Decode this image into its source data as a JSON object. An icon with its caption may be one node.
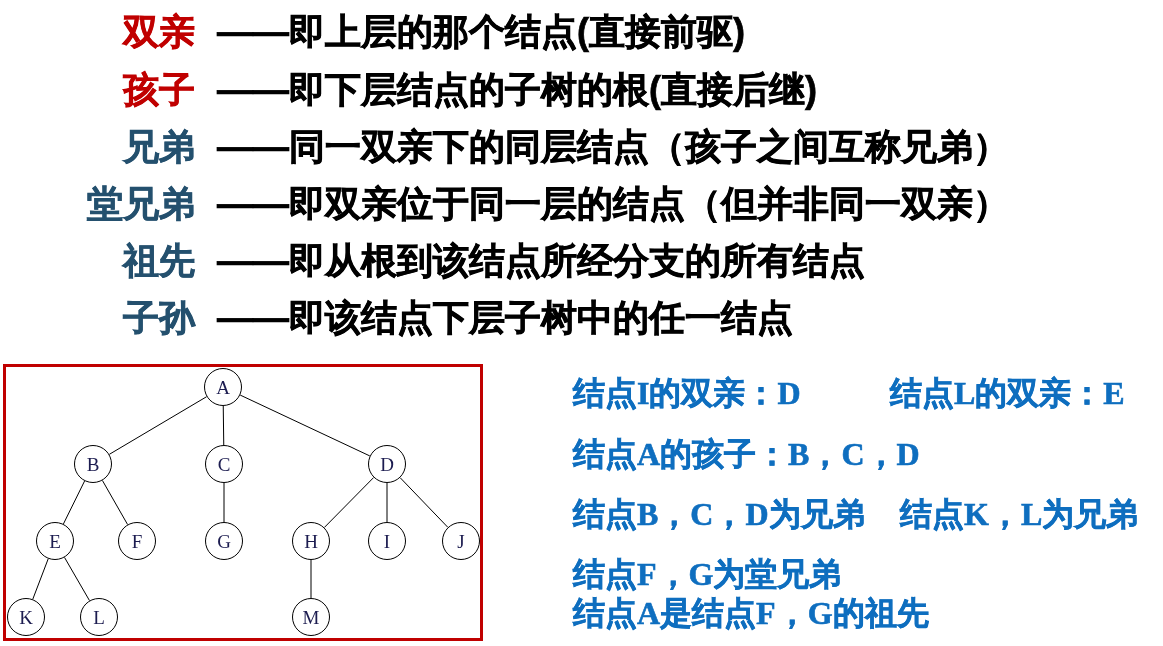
{
  "diagram": {
    "nodes": [
      {
        "text": [],
        "shape": "box"
      },
      {
        "text": [
          "A"
        ],
        "in": 0
      },
      {
        "text": [
          "B"
        ],
        "in": 0
      },
      {
        "text": [
          "C"
        ],
        "in": 0
      },
      {
        "text": [
          "D"
        ],
        "in": 0
      },
      {
        "text": [
          "E"
        ],
        "in": 0
      },
      {
        "text": [
          "F"
        ],
        "in": 0
      },
      {
        "text": [
          "G"
        ],
        "in": 0
      },
      {
        "text": [
          "H"
        ],
        "in": 0
      },
      {
        "text": [
          "I"
        ],
        "in": 0
      },
      {
        "text": [
          "J"
        ],
        "in": 0
      },
      {
        "text": [
          "K"
        ],
        "in": 0
      },
      {
        "text": [
          "L"
        ],
        "in": 0
      },
      {
        "text": [
          "M"
        ],
        "in": 0
      }
    ],
    "edges": [
      {
        "from": 1,
        "to": 2,
        "arrow": "none"
      },
      {
        "from": 1,
        "to": 3,
        "arrow": "none"
      },
      {
        "from": 1,
        "to": 4,
        "arrow": "none"
      },
      {
        "from": 2,
        "to": 5,
        "arrow": "none"
      },
      {
        "from": 2,
        "to": 6,
        "arrow": "none"
      },
      {
        "from": 3,
        "to": 7,
        "arrow": "none"
      },
      {
        "from": 4,
        "to": 8,
        "arrow": "none"
      },
      {
        "from": 4,
        "to": 9,
        "arrow": "none"
      },
      {
        "from": 4,
        "to": 10,
        "arrow": "none"
      },
      {
        "from": 5,
        "to": 11,
        "arrow": "none"
      },
      {
        "from": 5,
        "to": 12,
        "arrow": "none"
      },
      {
        "from": 8,
        "to": 13,
        "arrow": "none"
      }
    ],
    "labels": [
      "双亲",
      "——即上层的那个结点(直接前驱)",
      "孩子",
      "——即下层结点的子树的根(直接后继)",
      "兄弟",
      "——同一双亲下的同层结点（孩子之间互称兄弟）",
      "堂兄弟",
      "——即双亲位于同一层的结点（但并非同一双亲）",
      "祖先",
      "——即从根到该结点所经分支的所有结点",
      "子孙",
      "——即该结点下层子树中的任一结点",
      "结点I的双亲：D",
      "结点L的双亲：E",
      "结点A的孩子：B，C，D",
      "结点B，C，D为兄弟",
      "结点K，L为兄弟",
      "结点F，G为堂兄弟",
      "结点A是结点F，G的祖先"
    ]
  }
}
